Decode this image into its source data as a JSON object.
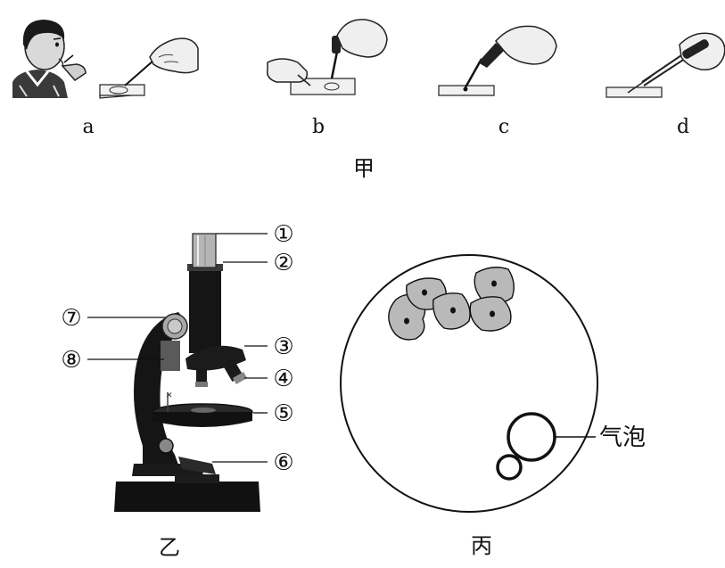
{
  "steps": [
    {
      "label": "a",
      "action": "scrape-cheek"
    },
    {
      "label": "b",
      "action": "drop-liquid"
    },
    {
      "label": "c",
      "action": "stain-with-dropper"
    },
    {
      "label": "d",
      "action": "cover-with-coverslip"
    }
  ],
  "figure_captions": {
    "jia": "甲",
    "yi": "乙",
    "bing": "丙"
  },
  "microscope_parts": [
    "①",
    "②",
    "③",
    "④",
    "⑤",
    "⑥",
    "⑦",
    "⑧"
  ],
  "field_of_view": {
    "bubble_label": "气泡"
  },
  "colors": {
    "ink": "#111111",
    "cell_fill": "#b9b9b9",
    "nucleus": "#111111",
    "metal": "#9a9a9a"
  }
}
